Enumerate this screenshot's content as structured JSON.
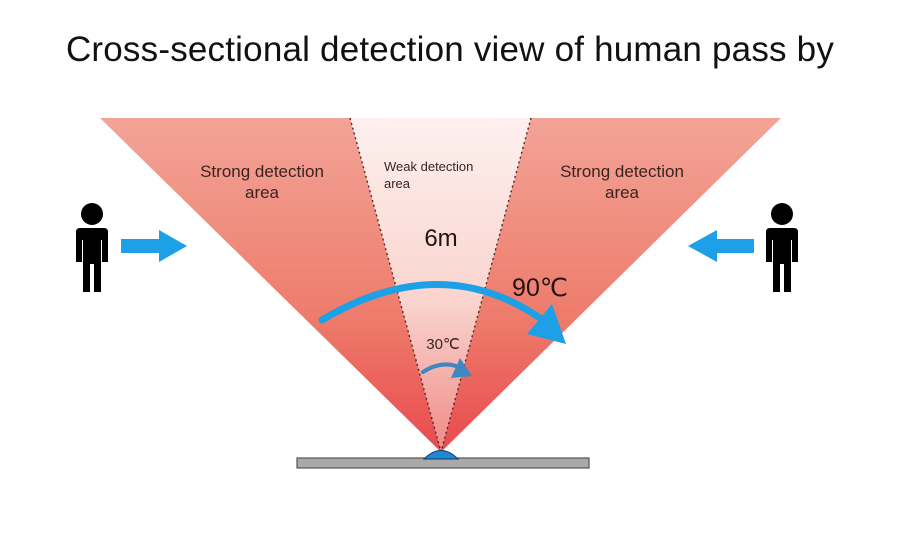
{
  "title": "Cross-sectional detection view of human pass by",
  "labels": {
    "strong_left_line1": "Strong detection",
    "strong_left_line2": "area",
    "weak_line1": "Weak detection",
    "weak_line2": "area",
    "strong_right_line1": "Strong detection",
    "strong_right_line2": "area",
    "distance": "6m",
    "angle_outer": "90℃",
    "angle_inner": "30℃"
  },
  "colors": {
    "strong_zone": "#ee7a6a",
    "weak_zone": "#fbe0dc",
    "arrow": "#1ea0e6",
    "inner_arrow": "#3f87c0",
    "person": "#000000",
    "sensor": "#1e88d6",
    "base_plate": "#a9a9a9"
  },
  "icons": {
    "left_person": "person-icon",
    "right_person": "person-icon",
    "left_arrow": "arrow-right-icon",
    "right_arrow": "arrow-left-icon"
  }
}
